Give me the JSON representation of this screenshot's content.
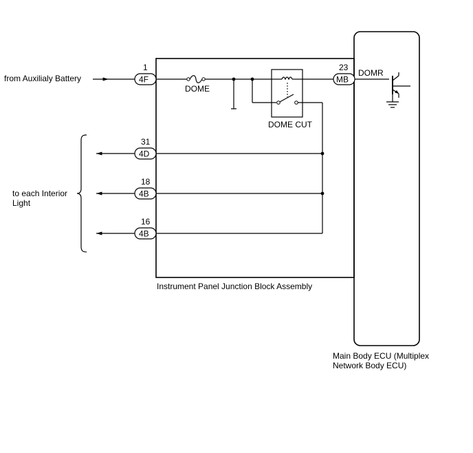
{
  "source_label": "from Auxilialy Battery",
  "interior_label": [
    "to each Interior",
    "Light"
  ],
  "junction_block_label": "Instrument Panel Junction Block Assembly",
  "ecu_label": [
    "Main Body ECU (Multiplex",
    "Network Body ECU)"
  ],
  "fuse_label": "DOME",
  "relay_label": "DOME CUT",
  "signal_label": "DOMR",
  "connectors": {
    "input": {
      "pin": "1",
      "code": "4F"
    },
    "ecu": {
      "pin": "23",
      "code": "MB"
    },
    "out1": {
      "pin": "31",
      "code": "4D"
    },
    "out2": {
      "pin": "18",
      "code": "4B"
    },
    "out3": {
      "pin": "16",
      "code": "4B"
    }
  }
}
